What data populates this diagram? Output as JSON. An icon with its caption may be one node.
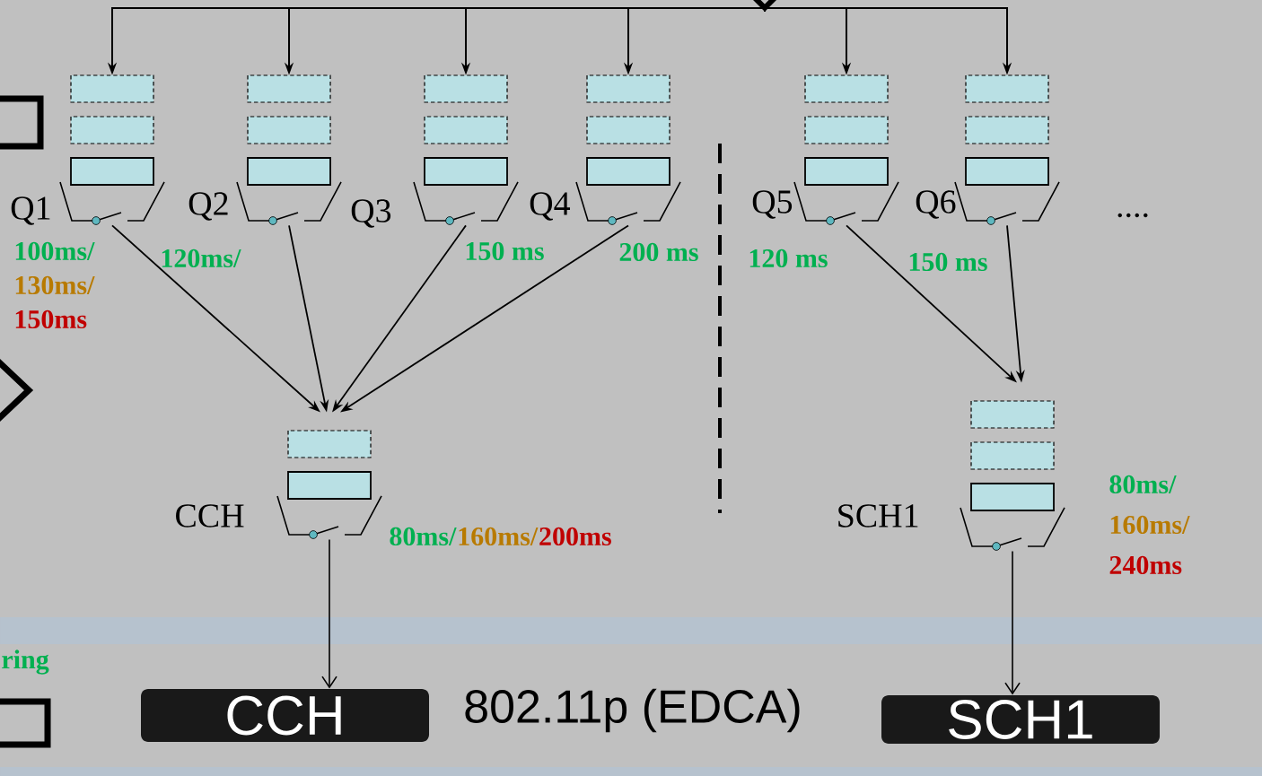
{
  "diagram": {
    "nodes": [
      {
        "text": [],
        "shape": "diamond"
      },
      {
        "text": [
          "Q1"
        ],
        "beside": [
          "100ms/",
          "130ms/",
          "150ms"
        ]
      },
      {
        "text": [
          "Q2"
        ],
        "beside": [
          "120ms/"
        ]
      },
      {
        "text": [
          "Q3"
        ],
        "beside": [
          "150 ms"
        ]
      },
      {
        "text": [
          "Q4"
        ],
        "beside": [
          "200 ms"
        ]
      },
      {
        "text": [
          "Q5"
        ],
        "beside": [
          "120 ms"
        ]
      },
      {
        "text": [
          "Q6"
        ],
        "beside": [
          "150 ms"
        ]
      },
      {
        "text": [
          "CCH"
        ],
        "beside": [
          "80ms/",
          "160ms/",
          "200ms"
        ]
      },
      {
        "text": [
          "SCH1"
        ],
        "beside": [
          "80ms/",
          "160ms/",
          "240ms"
        ]
      },
      {
        "text": [
          "CCH"
        ]
      },
      {
        "text": [
          "SCH1"
        ]
      }
    ],
    "edges": [
      {
        "from": 0,
        "to": 1,
        "arrow": "to"
      },
      {
        "from": 0,
        "to": 2,
        "arrow": "to"
      },
      {
        "from": 0,
        "to": 3,
        "arrow": "to"
      },
      {
        "from": 0,
        "to": 4,
        "arrow": "to"
      },
      {
        "from": 0,
        "to": 5,
        "arrow": "to"
      },
      {
        "from": 0,
        "to": 6,
        "arrow": "to"
      },
      {
        "from": 1,
        "to": 7,
        "arrow": "to"
      },
      {
        "from": 2,
        "to": 7,
        "arrow": "to"
      },
      {
        "from": 3,
        "to": 7,
        "arrow": "to"
      },
      {
        "from": 4,
        "to": 7,
        "arrow": "to"
      },
      {
        "from": 5,
        "to": 8,
        "arrow": "to"
      },
      {
        "from": 6,
        "to": 8,
        "arrow": "to"
      },
      {
        "from": 7,
        "to": 9,
        "arrow": "to"
      },
      {
        "from": 8,
        "to": 10,
        "arrow": "to"
      }
    ],
    "labels": [
      "....",
      "802.11p (EDCA)",
      "ring"
    ]
  }
}
